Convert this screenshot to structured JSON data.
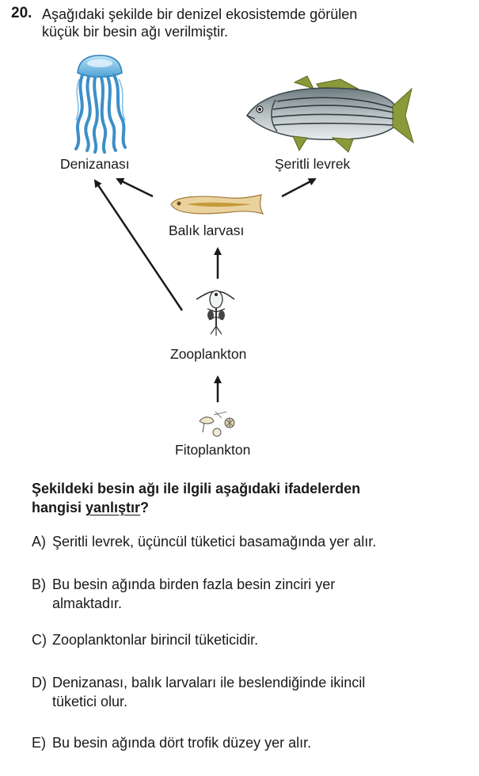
{
  "question_number": "20.",
  "intro_line1": "Aşağıdaki şekilde bir denizel ekosistemde görülen",
  "intro_line2": "küçük bir besin ağı verilmiştir.",
  "organisms": {
    "jellyfish": "Denizanası",
    "bass": "Şeritli levrek",
    "fish_larva": "Balık larvası",
    "zooplankton": "Zooplankton",
    "phytoplankton": "Fitoplankton"
  },
  "question": {
    "part1": "Şekildeki besin ağı ile ilgili aşağıdaki ifadelerden",
    "part2_pre": "hangisi ",
    "part2_underline": "yanlıştır",
    "part2_post": "?"
  },
  "options": [
    {
      "letter": "A)",
      "line1": "Şeritli levrek, üçüncül tüketici basamağında yer alır.",
      "line2": ""
    },
    {
      "letter": "B)",
      "line1": "Bu besin ağında birden fazla besin zinciri yer",
      "line2": "almaktadır."
    },
    {
      "letter": "C)",
      "line1": "Zooplanktonlar birincil tüketicidir.",
      "line2": ""
    },
    {
      "letter": "D)",
      "line1": "Denizanası, balık larvaları ile beslendiğinde ikincil",
      "line2": "tüketici olur."
    },
    {
      "letter": "E)",
      "line1": "Bu besin ağında dört trofik düzey yer alır.",
      "line2": ""
    }
  ]
}
